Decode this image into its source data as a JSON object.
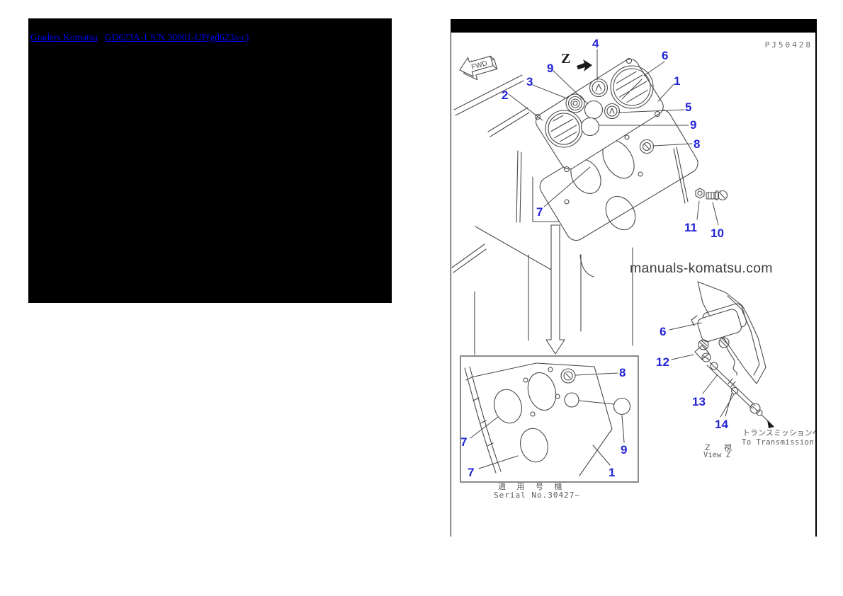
{
  "nav": {
    "links": [
      {
        "label": "Graders Komatsu"
      },
      {
        "label": "GD623A-1 S/N 30001-UP(gd623a-c)"
      }
    ]
  },
  "figure": {
    "code": "PJ50428",
    "watermark": "manuals-komatsu.com",
    "fwd": "FWD",
    "z_marker": "Z",
    "callouts": [
      "4",
      "9",
      "3",
      "2",
      "6",
      "1",
      "5",
      "9",
      "8",
      "7",
      "11",
      "10",
      "6",
      "12",
      "13",
      "14",
      "8",
      "7",
      "7",
      "9",
      "1"
    ],
    "applicable_jp": "適 用 号 機",
    "serial_range": "Serial No.30427~",
    "to_transmission_jp": "トランスミッションへ",
    "to_transmission_en": "To Transmission",
    "view_z_jp": "Z 視",
    "view_z_en": "View Z",
    "colors": {
      "callout": "#2323d7",
      "link": "#0000ee",
      "line": "#4a4a4a",
      "watermark": "#3f3f3f"
    }
  }
}
